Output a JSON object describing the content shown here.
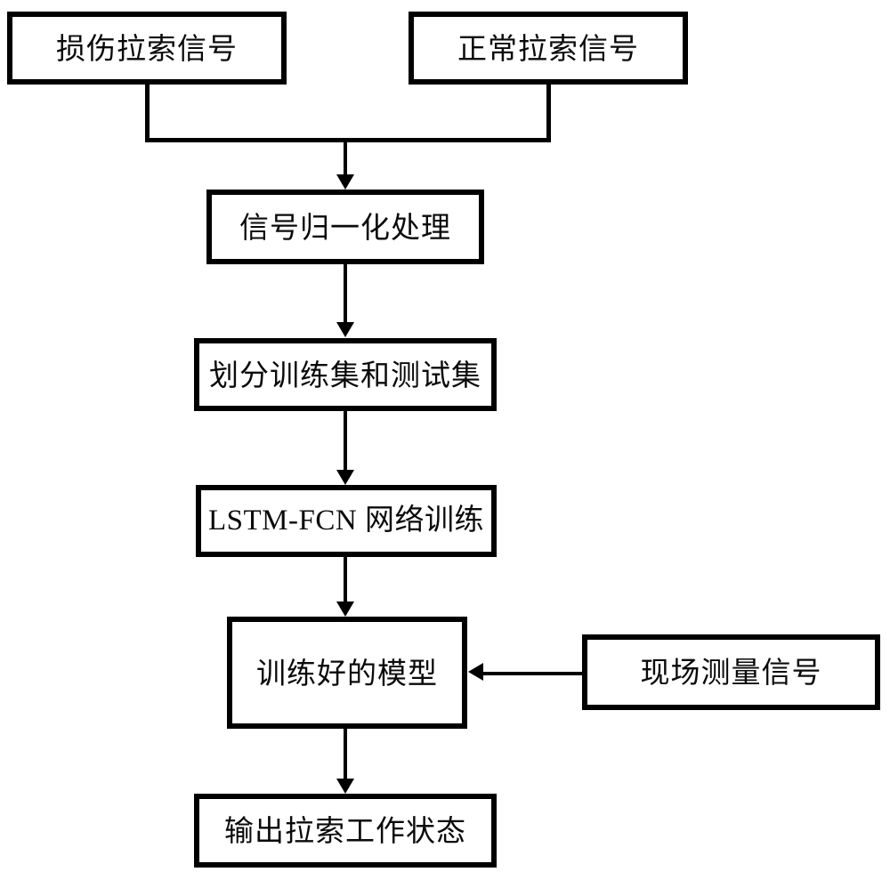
{
  "diagram": {
    "type": "flowchart",
    "title": "",
    "background_color": "#ffffff",
    "line_color": "#000000",
    "box_fill": "#ffffff",
    "nodes": [
      {
        "id": "damaged",
        "label": "损伤拉索信号",
        "script": "cjk"
      },
      {
        "id": "normal",
        "label": "正常拉索信号",
        "script": "cjk"
      },
      {
        "id": "normalize",
        "label": "信号归一化处理",
        "script": "cjk"
      },
      {
        "id": "split",
        "label": "划分训练集和测试集",
        "script": "cjk"
      },
      {
        "id": "train",
        "label": "LSTM-FCN 网络训练",
        "script": "mixed"
      },
      {
        "id": "model",
        "label": "训练好的模型",
        "script": "cjk"
      },
      {
        "id": "field",
        "label": "现场测量信号",
        "script": "cjk"
      },
      {
        "id": "output",
        "label": "输出拉索工作状态",
        "script": "cjk"
      }
    ],
    "edges": [
      {
        "from": "damaged",
        "to": "normalize",
        "style": "elbow-merge",
        "arrow": "down"
      },
      {
        "from": "normal",
        "to": "normalize",
        "style": "elbow-merge",
        "arrow": "down"
      },
      {
        "from": "normalize",
        "to": "split",
        "style": "straight",
        "arrow": "down"
      },
      {
        "from": "split",
        "to": "train",
        "style": "straight",
        "arrow": "down"
      },
      {
        "from": "train",
        "to": "model",
        "style": "straight",
        "arrow": "down"
      },
      {
        "from": "model",
        "to": "output",
        "style": "straight",
        "arrow": "down"
      },
      {
        "from": "field",
        "to": "model",
        "style": "straight",
        "arrow": "left"
      }
    ]
  }
}
